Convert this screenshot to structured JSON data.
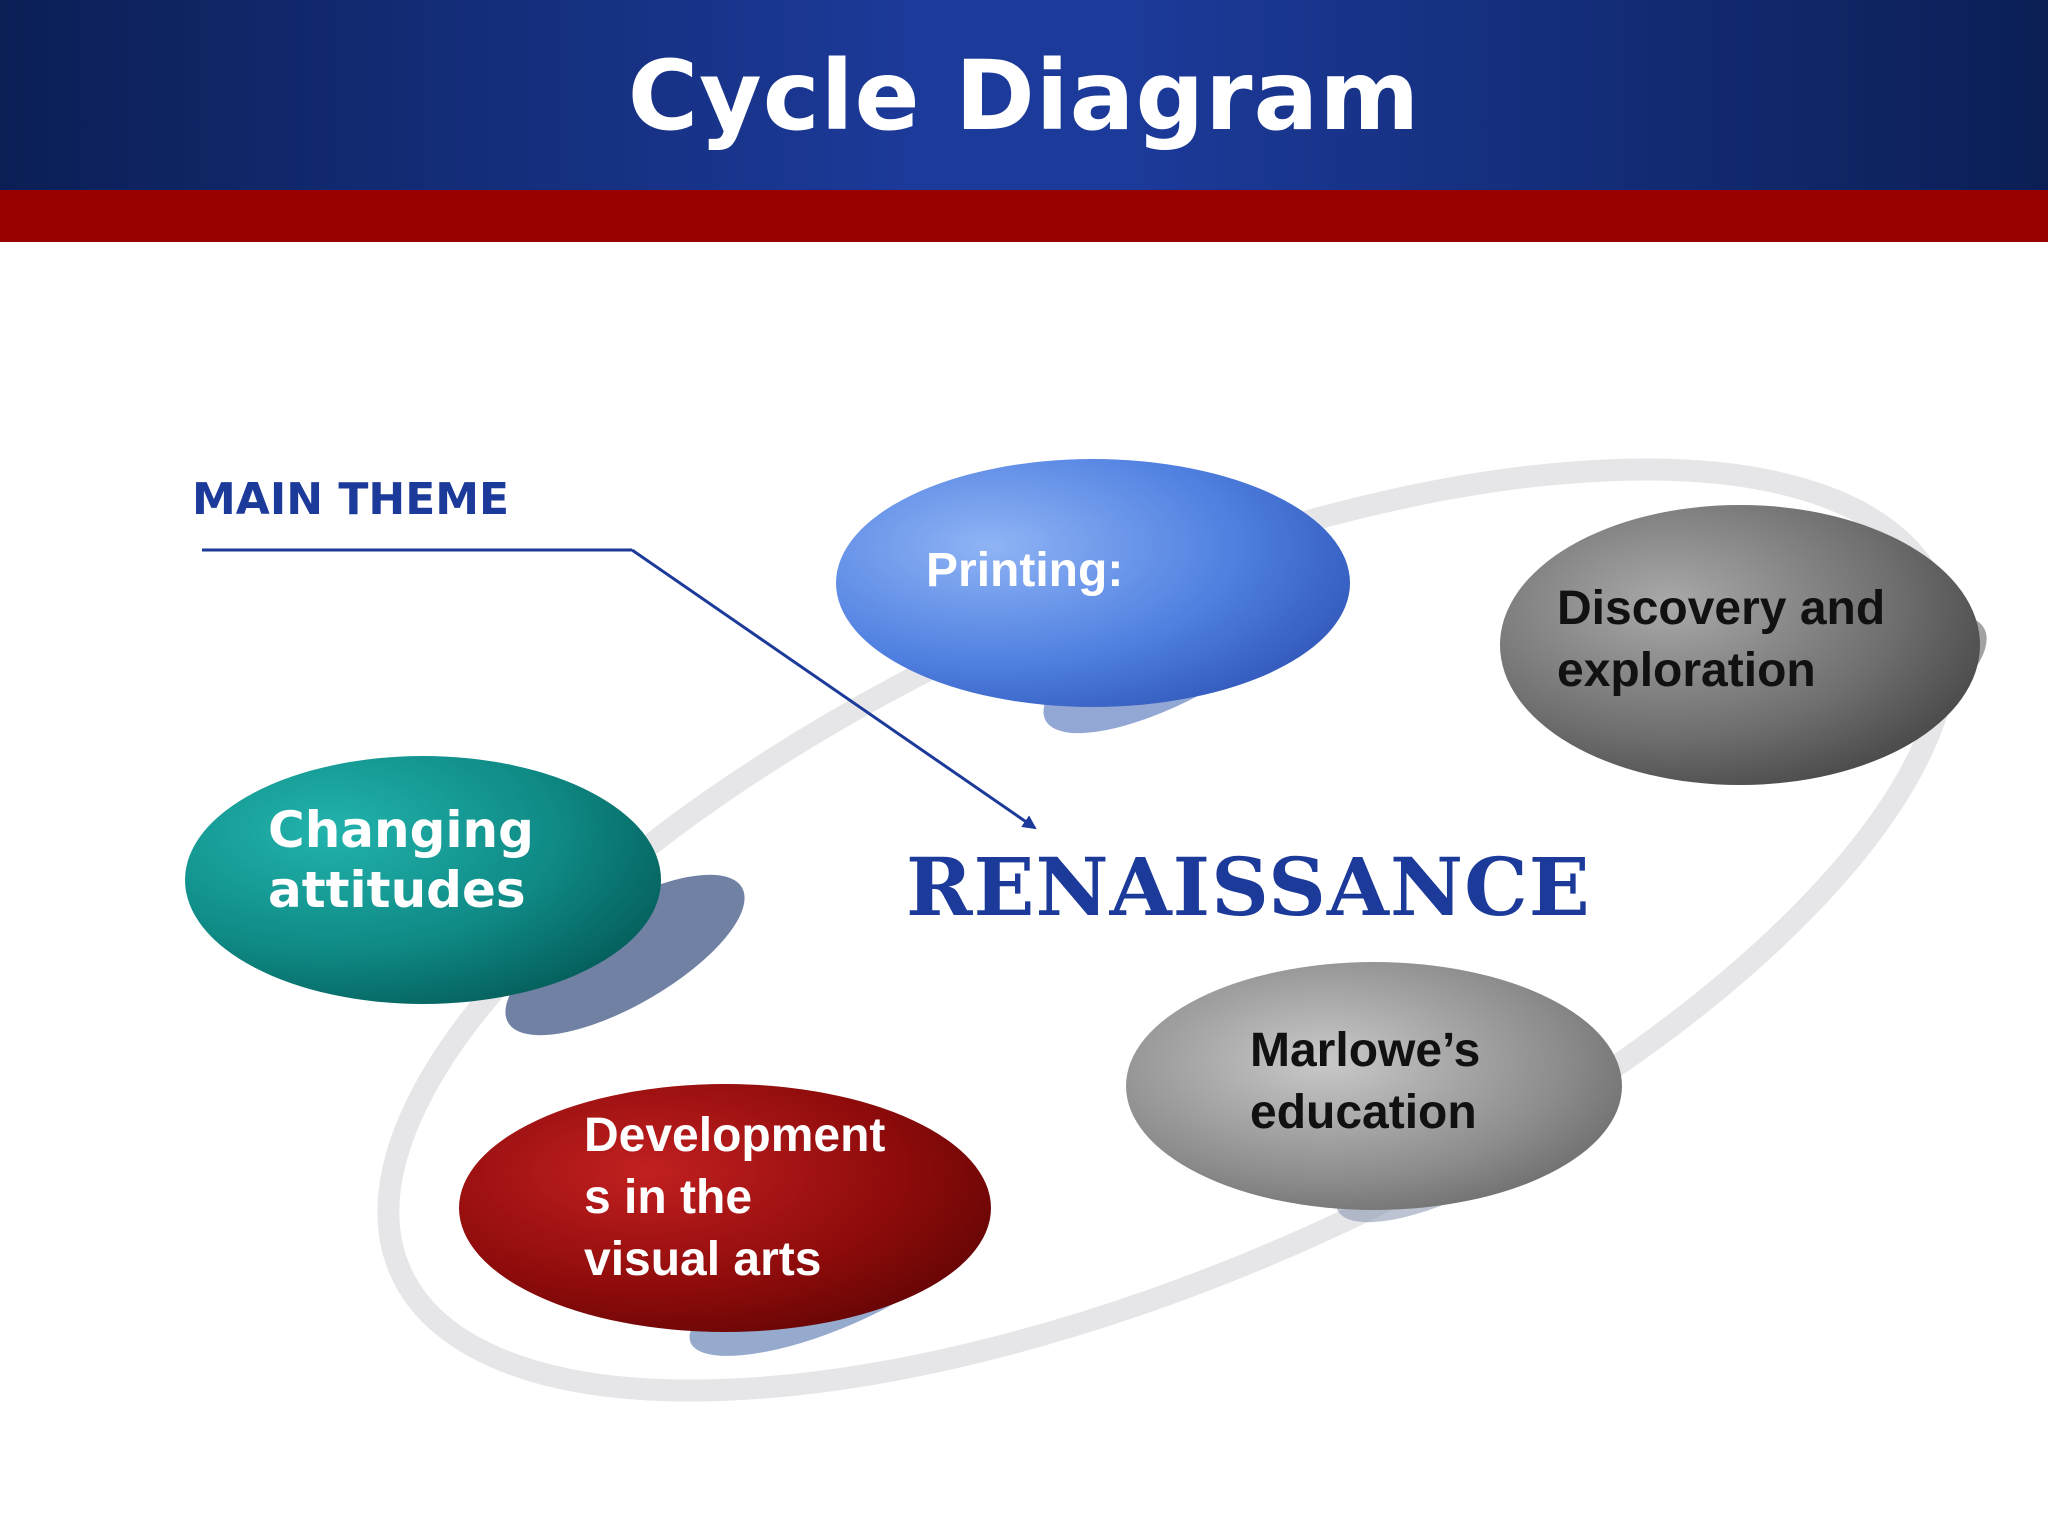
{
  "title": "Cycle Diagram",
  "main_theme_label": "MAIN THEME",
  "center_label": "RENAISSANCE",
  "nodes": [
    {
      "id": "printing",
      "lines": [
        "Printing:"
      ],
      "color": "#5b8ee6"
    },
    {
      "id": "discovery",
      "lines": [
        "Discovery and",
        "exploration"
      ],
      "color": "#7a7a7a"
    },
    {
      "id": "education",
      "lines": [
        "Marlowe’s",
        "education"
      ],
      "color": "#9a9a9a"
    },
    {
      "id": "visual-arts",
      "lines": [
        "Development",
        "s in the",
        "visual arts"
      ],
      "color": "#a01010"
    },
    {
      "id": "attitudes",
      "lines": [
        "Changing",
        "attitudes"
      ],
      "color": "#119999"
    }
  ],
  "colors": {
    "header": "#1c3a9a",
    "stripe": "#990000",
    "accent_text": "#1c3a9a",
    "ring": "#e3e3e6"
  }
}
